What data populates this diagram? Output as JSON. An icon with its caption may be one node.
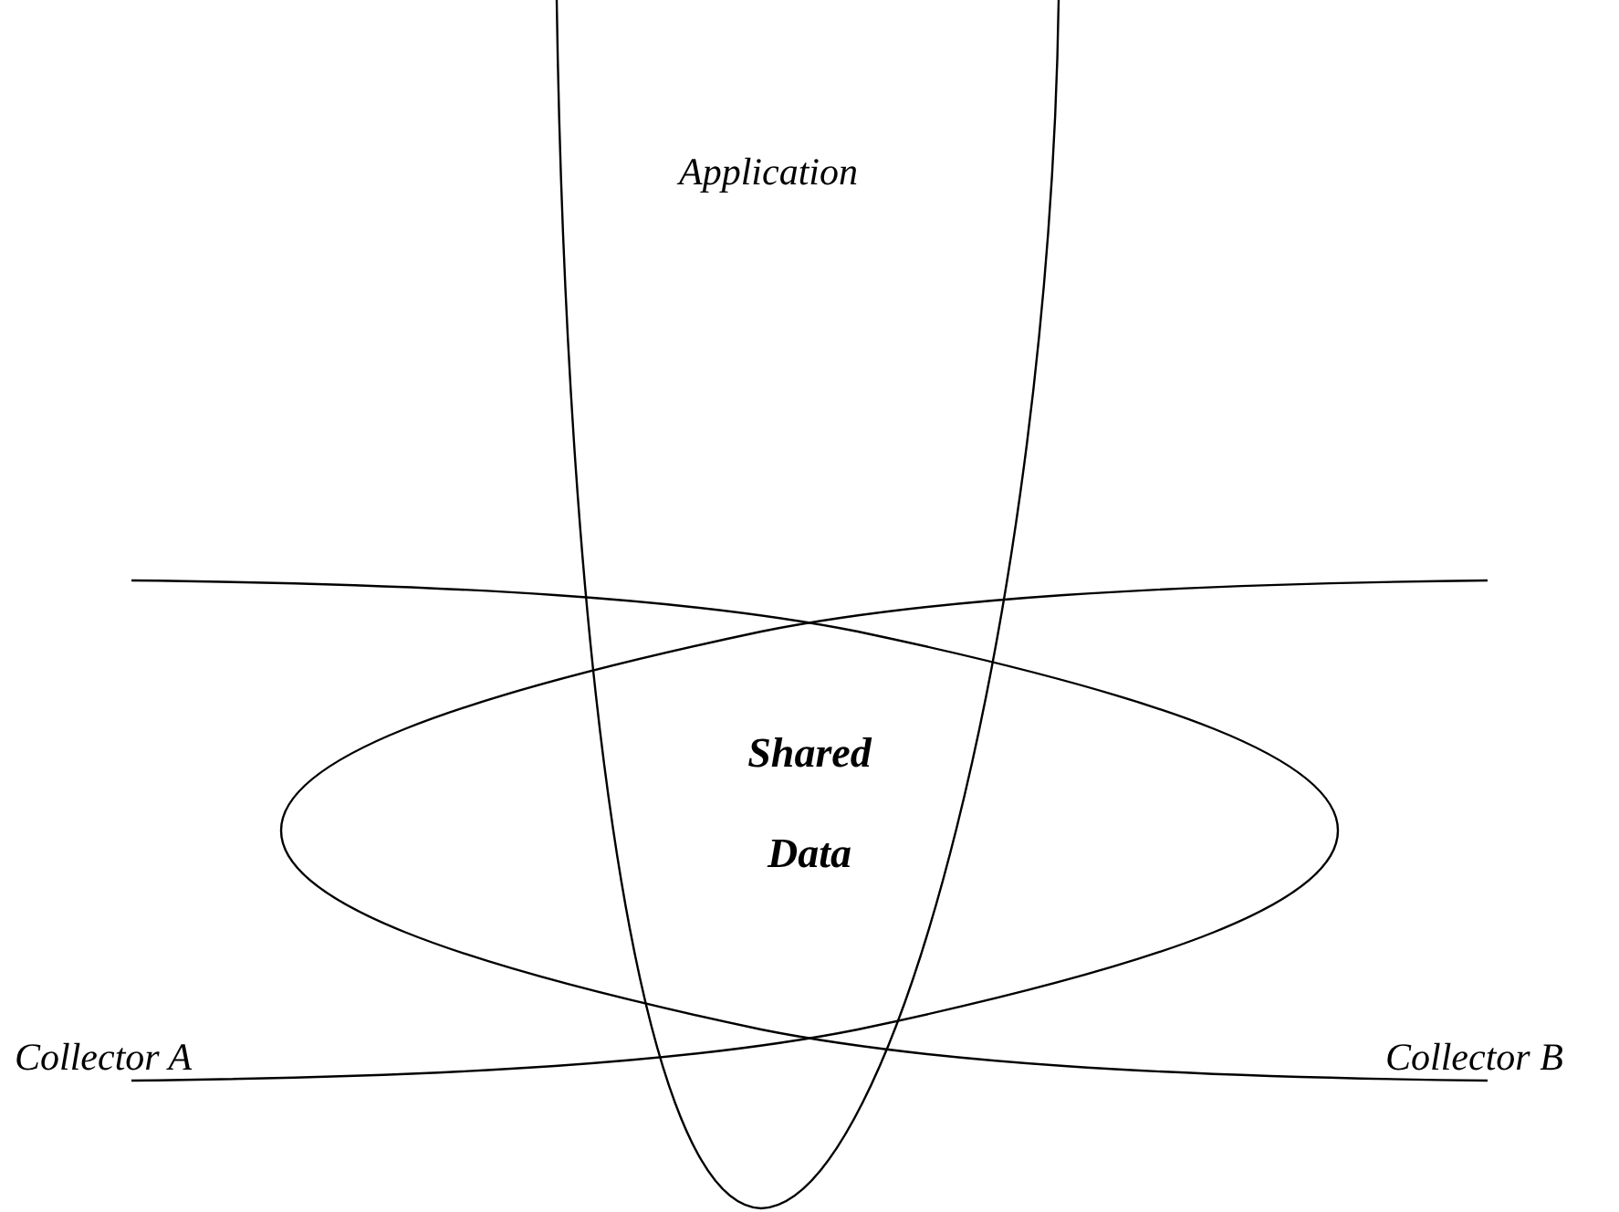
{
  "diagram": {
    "nodes": [
      {
        "text": [
          "Application"
        ]
      },
      {
        "text": [
          "Shared Data"
        ]
      },
      {
        "text": [
          "Collector A"
        ]
      },
      {
        "text": [
          "Collector B"
        ]
      }
    ]
  }
}
